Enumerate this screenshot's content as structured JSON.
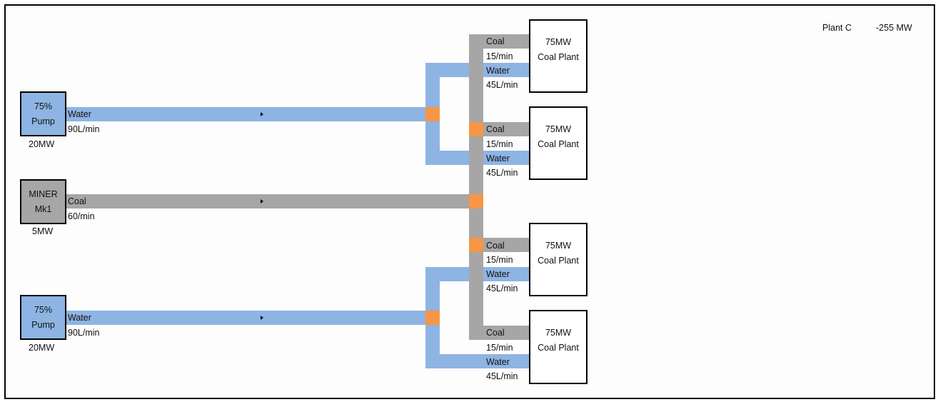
{
  "summary": {
    "plant_name": "Plant C",
    "net_power": "-255 MW"
  },
  "colors": {
    "water": "#8eb4e3",
    "coal": "#a6a6a6",
    "junction": "#f79646",
    "border": "#000000"
  },
  "sources": [
    {
      "id": "pump-top",
      "line1": "75%",
      "line2": "Pump",
      "power": "20MW",
      "resource": "Water",
      "rate": "90L/min"
    },
    {
      "id": "miner",
      "line1": "MINER",
      "line2": "Mk1",
      "power": "5MW",
      "resource": "Coal",
      "rate": "60/min"
    },
    {
      "id": "pump-bottom",
      "line1": "75%",
      "line2": "Pump",
      "power": "20MW",
      "resource": "Water",
      "rate": "90L/min"
    }
  ],
  "plants": [
    {
      "line1": "75MW",
      "line2": "Coal Plant",
      "coal_label": "Coal",
      "coal_rate": "15/min",
      "water_label": "Water",
      "water_rate": "45L/min"
    },
    {
      "line1": "75MW",
      "line2": "Coal Plant",
      "coal_label": "Coal",
      "coal_rate": "15/min",
      "water_label": "Water",
      "water_rate": "45L/min"
    },
    {
      "line1": "75MW",
      "line2": "Coal Plant",
      "coal_label": "Coal",
      "coal_rate": "15/min",
      "water_label": "Water",
      "water_rate": "45L/min"
    },
    {
      "line1": "75MW",
      "line2": "Coal Plant",
      "coal_label": "Coal",
      "coal_rate": "15/min",
      "water_label": "Water",
      "water_rate": "45L/min"
    }
  ]
}
